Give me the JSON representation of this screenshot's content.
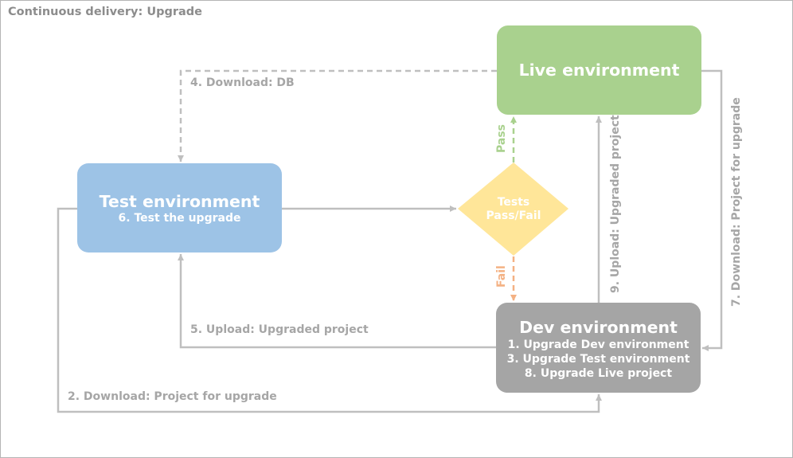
{
  "title": "Continuous delivery: Upgrade",
  "nodes": {
    "live": {
      "title": "Live environment",
      "lines": []
    },
    "test": {
      "title": "Test environment",
      "lines": [
        "6. Test the upgrade"
      ]
    },
    "dev": {
      "title": "Dev environment",
      "lines": [
        "1. Upgrade Dev environment",
        "3. Upgrade Test environment",
        "8. Upgrade Live project"
      ]
    },
    "decision": {
      "lines": [
        "Tests",
        "Pass/Fail"
      ]
    }
  },
  "edges": {
    "download_project": "2. Download: Project for upgrade",
    "download_db": "4. Download: DB",
    "upload_to_test": "5. Upload: Upgraded project",
    "download_live_project": "7. Download: Project for upgrade",
    "upload_to_live": "9. Upload: Upgraded project",
    "pass": "Pass",
    "fail": "Fail"
  },
  "colors": {
    "live": "#a9d18e",
    "test": "#9dc3e6",
    "dev": "#a5a5a5",
    "decision": "#ffe699",
    "connector": "#bfbfbf",
    "label": "#a6a6a6",
    "pass": "#a9d18e",
    "fail": "#f4b183"
  }
}
